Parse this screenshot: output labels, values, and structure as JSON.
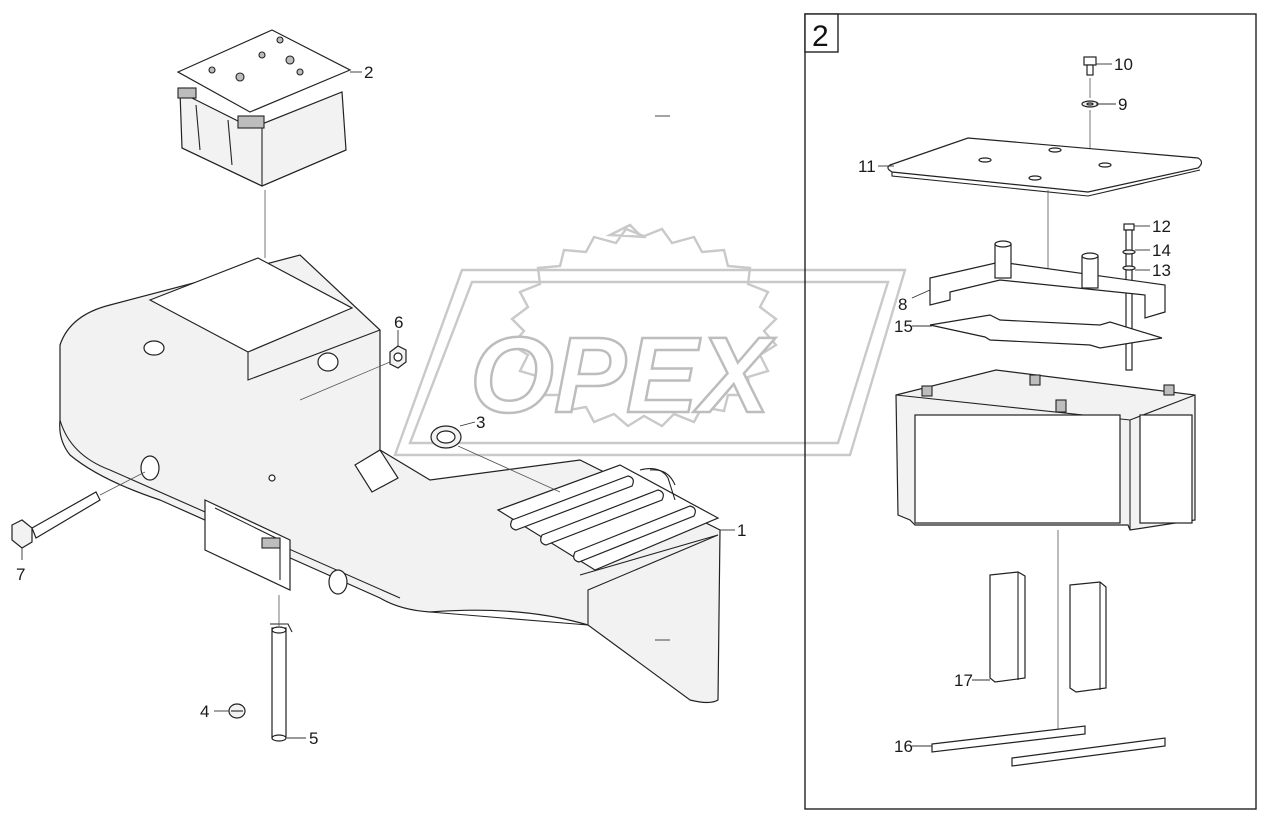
{
  "watermark": {
    "text": "OPEX"
  },
  "inset": {
    "label": "2"
  },
  "callouts": {
    "c1": "1",
    "c2": "2",
    "c3": "3",
    "c4": "4",
    "c5": "5",
    "c6": "6",
    "c7": "7",
    "c8": "8",
    "c9": "9",
    "c10": "10",
    "c11": "11",
    "c12": "12",
    "c13": "13",
    "c14": "14",
    "c15": "15",
    "c16": "16",
    "c17": "17"
  }
}
